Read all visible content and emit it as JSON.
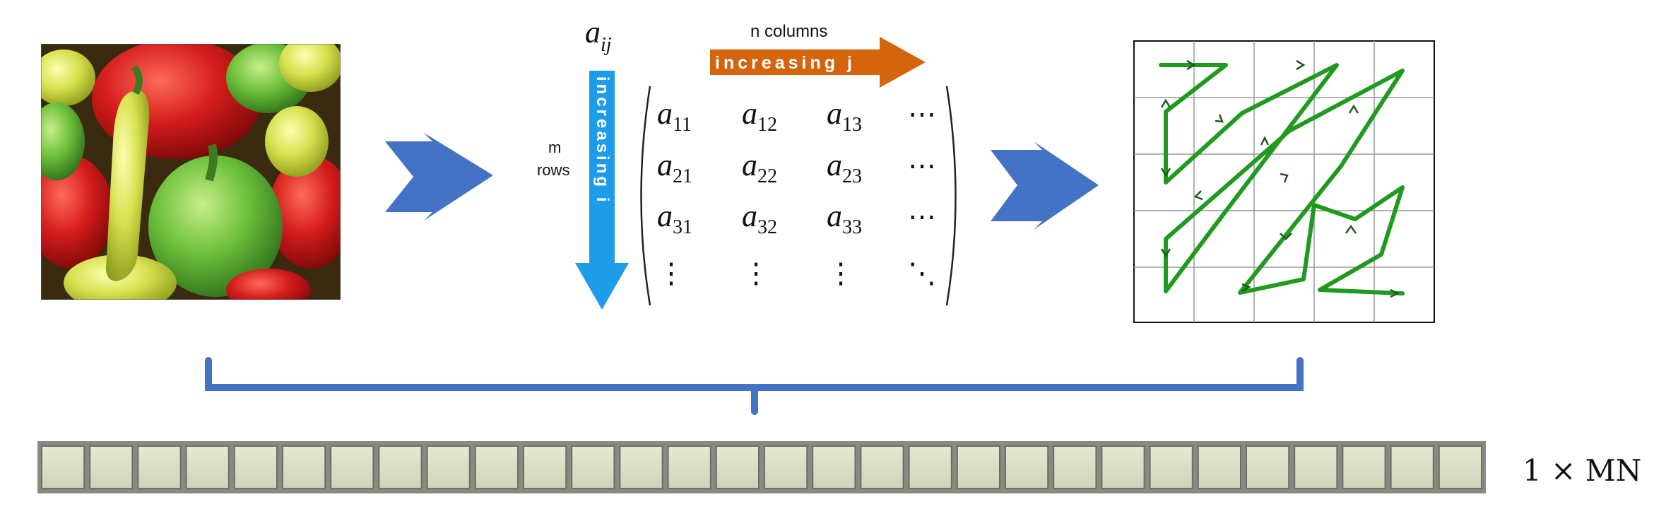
{
  "matrix": {
    "header": "a",
    "header_sub": "ij",
    "cols_label": "n columns",
    "cols_arrow_text": "increasing j",
    "rows_label_1": "m",
    "rows_label_2": "rows",
    "rows_arrow_text": "increasing i",
    "cells": [
      [
        {
          "b": "a",
          "s": "11"
        },
        {
          "b": "a",
          "s": "12"
        },
        {
          "b": "a",
          "s": "13"
        },
        {
          "b": "⋯",
          "s": ""
        }
      ],
      [
        {
          "b": "a",
          "s": "21"
        },
        {
          "b": "a",
          "s": "22"
        },
        {
          "b": "a",
          "s": "23"
        },
        {
          "b": "⋯",
          "s": ""
        }
      ],
      [
        {
          "b": "a",
          "s": "31"
        },
        {
          "b": "a",
          "s": "32"
        },
        {
          "b": "a",
          "s": "33"
        },
        {
          "b": "⋯",
          "s": ""
        }
      ],
      [
        {
          "b": "⋮",
          "s": ""
        },
        {
          "b": "⋮",
          "s": ""
        },
        {
          "b": "⋮",
          "s": ""
        },
        {
          "b": "⋱",
          "s": ""
        }
      ]
    ]
  },
  "vector_label": "1 × MN",
  "vector": {
    "groups": 3,
    "cells_per_group": 10
  },
  "colors": {
    "blue_arrow": "#4472c4",
    "orange_arrow": "#d4650c",
    "light_blue_arrow": "#1e9be9",
    "zigzag": "#1f9a1f",
    "cell_fill": "#d8dcc4",
    "brace": "#4472c4"
  }
}
